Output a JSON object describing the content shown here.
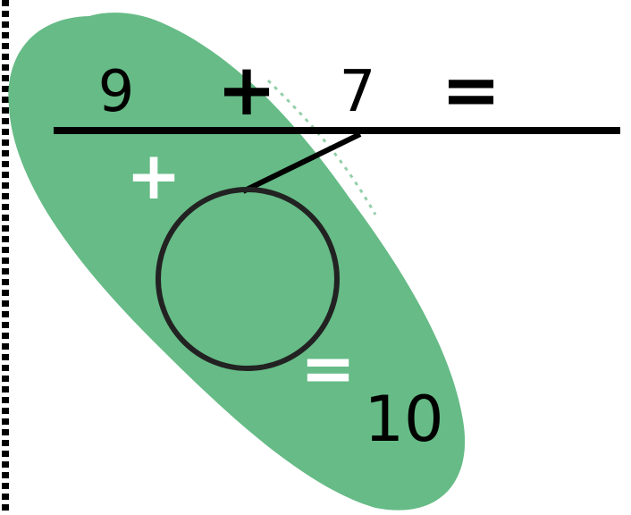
{
  "equation": {
    "first_addend": "9",
    "plus": "+",
    "second_addend": "7",
    "equals": "="
  },
  "split": {
    "plus": "+",
    "equals": "=",
    "result": "10"
  },
  "colors": {
    "blob": "#66bb86",
    "ink": "#000000",
    "circle_stroke": "#222222",
    "accent_text": "#ffffff"
  }
}
